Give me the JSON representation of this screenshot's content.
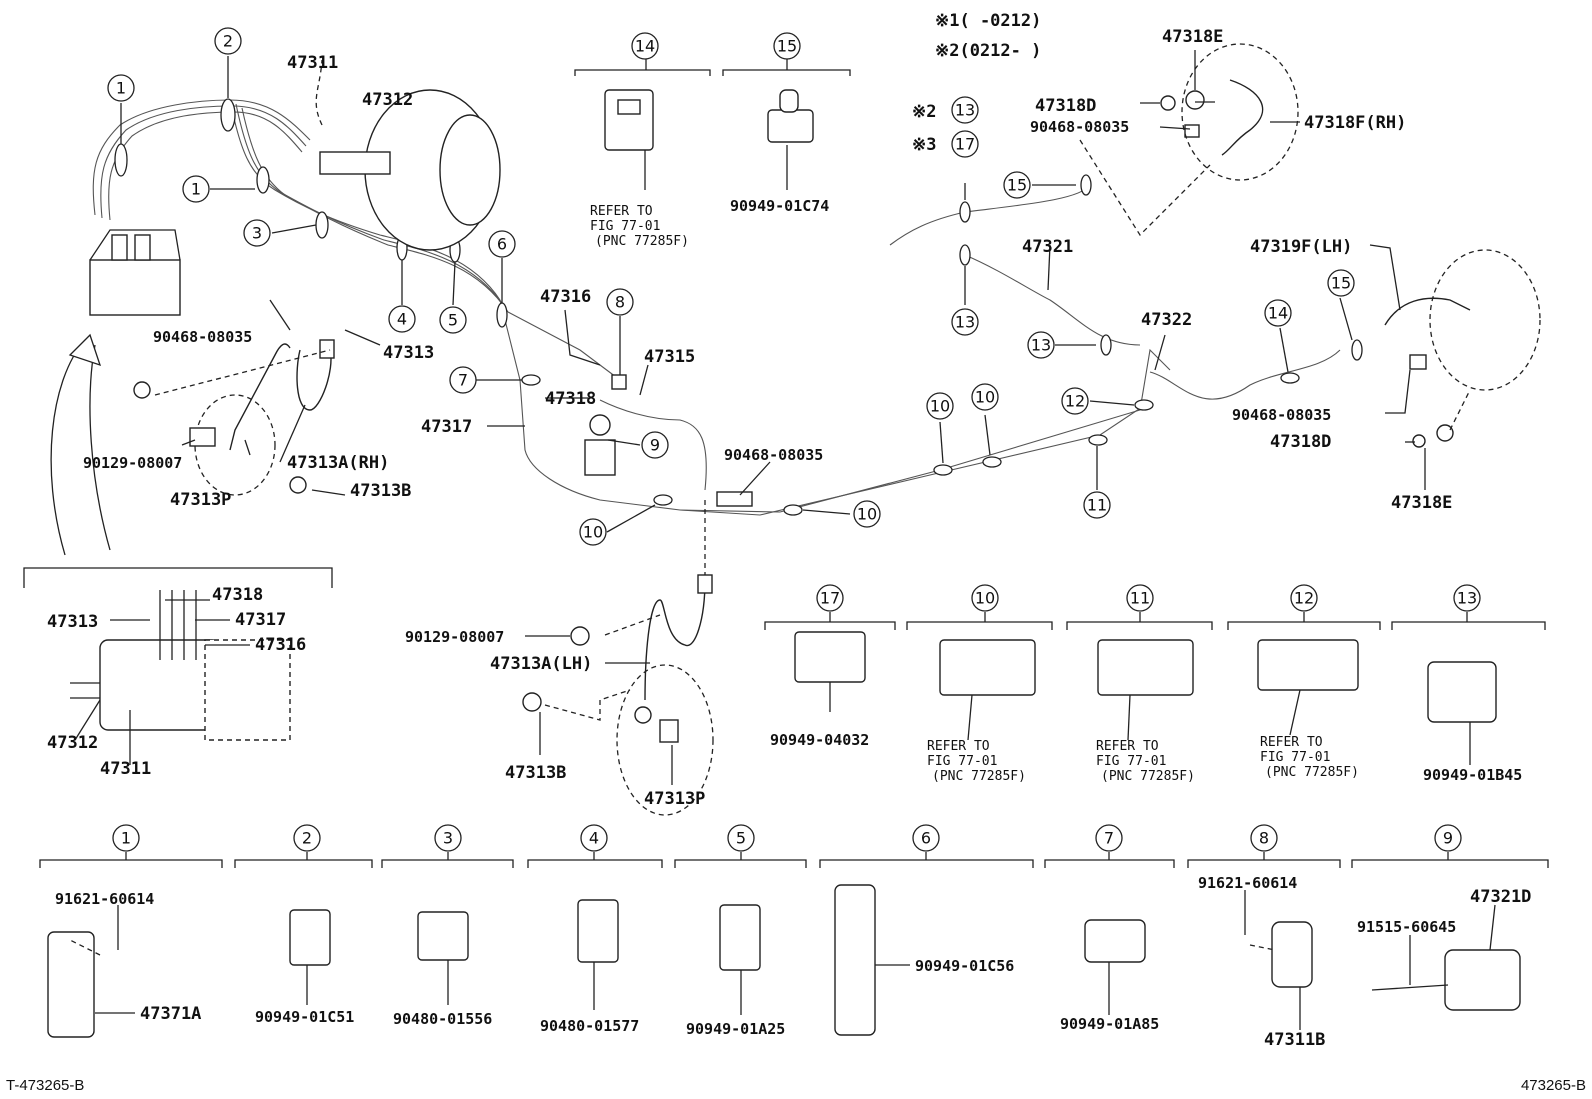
{
  "footer": {
    "left": "T-473265-B",
    "right": "473265-B"
  },
  "notes": {
    "n1": "※1(     -0212)",
    "n2": "※2(0212-     )"
  },
  "callout_numbers": [
    "1",
    "2",
    "3",
    "4",
    "5",
    "6",
    "7",
    "8",
    "9",
    "10",
    "11",
    "12",
    "13",
    "14",
    "15",
    "17"
  ],
  "top_labels": {
    "p47311": "47311",
    "p47312": "47312",
    "p47313": "47313",
    "p47316": "47316",
    "p47315": "47315",
    "p47318": "47318",
    "p47317": "47317",
    "p47321": "47321",
    "p47322": "47322",
    "p47318E_top": "47318E",
    "p47318D_top": "47318D",
    "p90468_top": "90468-08035",
    "p47318F": "47318F(RH)",
    "p47319F": "47319F(LH)",
    "p90468_right": "90468-08035",
    "p47318D_right": "47318D",
    "p47318E_right": "47318E",
    "p90468_left": "90468-08035",
    "p90129_a": "90129-08007",
    "p47313A_rh": "47313A(RH)",
    "p47313P_a": "47313P",
    "p47313B_a": "47313B",
    "p90468_mid": "90468-08035",
    "p90129_b": "90129-08007",
    "p47313A_lh": "47313A(LH)",
    "p47313B_b": "47313B",
    "p47313P_b": "47313P",
    "s2_13": "※2",
    "s3_17": "※3"
  },
  "inset": {
    "p47313": "47313",
    "p47318": "47318",
    "p47317": "47317",
    "p47316": "47316",
    "p47312": "47312",
    "p47311": "47311"
  },
  "legend_row1": {
    "c14_refer1": "REFER TO",
    "c14_refer2": "FIG 77-01",
    "c14_refer3": "(PNC 77285F)",
    "c15_part": "90949-01C74",
    "c17_part": "90949-04032",
    "c10_refer1": "REFER TO",
    "c10_refer2": "FIG 77-01",
    "c10_refer3": "(PNC 77285F)",
    "c11_refer1": "REFER TO",
    "c11_refer2": "FIG 77-01",
    "c11_refer3": "(PNC 77285F)",
    "c12_refer1": "REFER TO",
    "c12_refer2": "FIG 77-01",
    "c12_refer3": "(PNC 77285F)",
    "c13_part": "90949-01B45"
  },
  "legend_row2": {
    "c1_bolt": "91621-60614",
    "c1_part": "47371A",
    "c2_part": "90949-01C51",
    "c3_part": "90480-01556",
    "c4_part": "90480-01577",
    "c5_part": "90949-01A25",
    "c6_part": "90949-01C56",
    "c7_part": "90949-01A85",
    "c8_bolt": "91621-60614",
    "c8_part": "47311B",
    "c9_bolt": "91515-60645",
    "c9_part": "47321D"
  }
}
